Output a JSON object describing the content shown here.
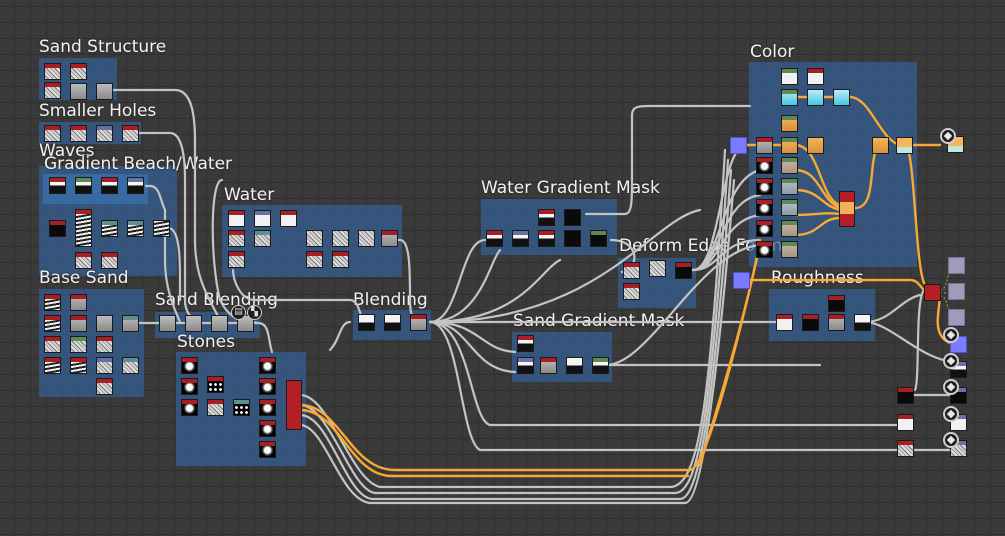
{
  "app": "node graph editor",
  "frames": {
    "sand_structure": "Sand Structure",
    "smaller_holes": "Smaller Holes",
    "waves": "Waves",
    "gradient_beach_water": "Gradient Beach/Water",
    "base_sand": "Base Sand",
    "sand_blending": "Sand Blending",
    "water": "Water",
    "blending": "Blending",
    "stones": "Stones",
    "water_gradient_mask": "Water Gradient Mask",
    "deform_edge_foam": "Deform Edge Foam",
    "sand_gradient_mask": "Sand Gradient Mask",
    "color": "Color",
    "roughness": "Roughness"
  },
  "icons": {
    "output": "cube-output-icon",
    "badge_page": "page-icon",
    "badge_checker": "checker-icon"
  },
  "colors": {
    "canvas": "#3a3a3a",
    "frame": "#346096",
    "wire": "#c8c8c8",
    "wire_color": "#f6a935",
    "node_header_red": "#a81e22",
    "node_header_green": "#5c8a52",
    "node_header_blue": "#6671a8",
    "output_purple": "#7b7bff"
  }
}
